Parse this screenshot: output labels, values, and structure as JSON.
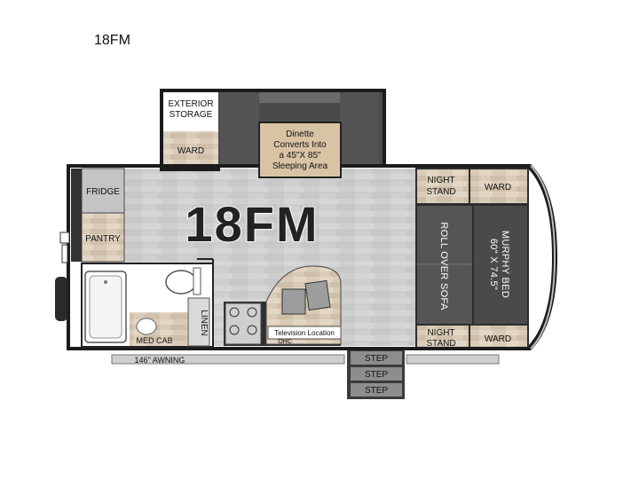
{
  "page_title": "18FM",
  "floorplan": {
    "model_label": "18FM",
    "rooms": {
      "exterior_storage_line1": "EXTERIOR",
      "exterior_storage_line2": "STORAGE",
      "ward_top_left": "WARD",
      "dinette_line1": "Dinette",
      "dinette_line2": "Converts Into",
      "dinette_line3": "a 45\"X 85\"",
      "dinette_line4": "Sleeping Area",
      "fridge": "FRIDGE",
      "pantry": "PANTRY",
      "night_stand_top_1": "NIGHT",
      "night_stand_top_2": "STAND",
      "ward_top_right": "WARD",
      "roll_over_sofa": "ROLL OVER SOFA",
      "murphy_bed_line1": "MURPHY BED",
      "murphy_bed_line2": "60\" X 74.5\"",
      "night_stand_bottom_1": "NIGHT",
      "night_stand_bottom_2": "STAND",
      "ward_bottom_right": "WARD",
      "linen": "LINEN",
      "med_cab": "MED CAB",
      "television_location": "Television Location",
      "ohc": "OHC",
      "awning": "146\" AWNING"
    },
    "steps": [
      "STEP",
      "STEP",
      "STEP"
    ]
  }
}
